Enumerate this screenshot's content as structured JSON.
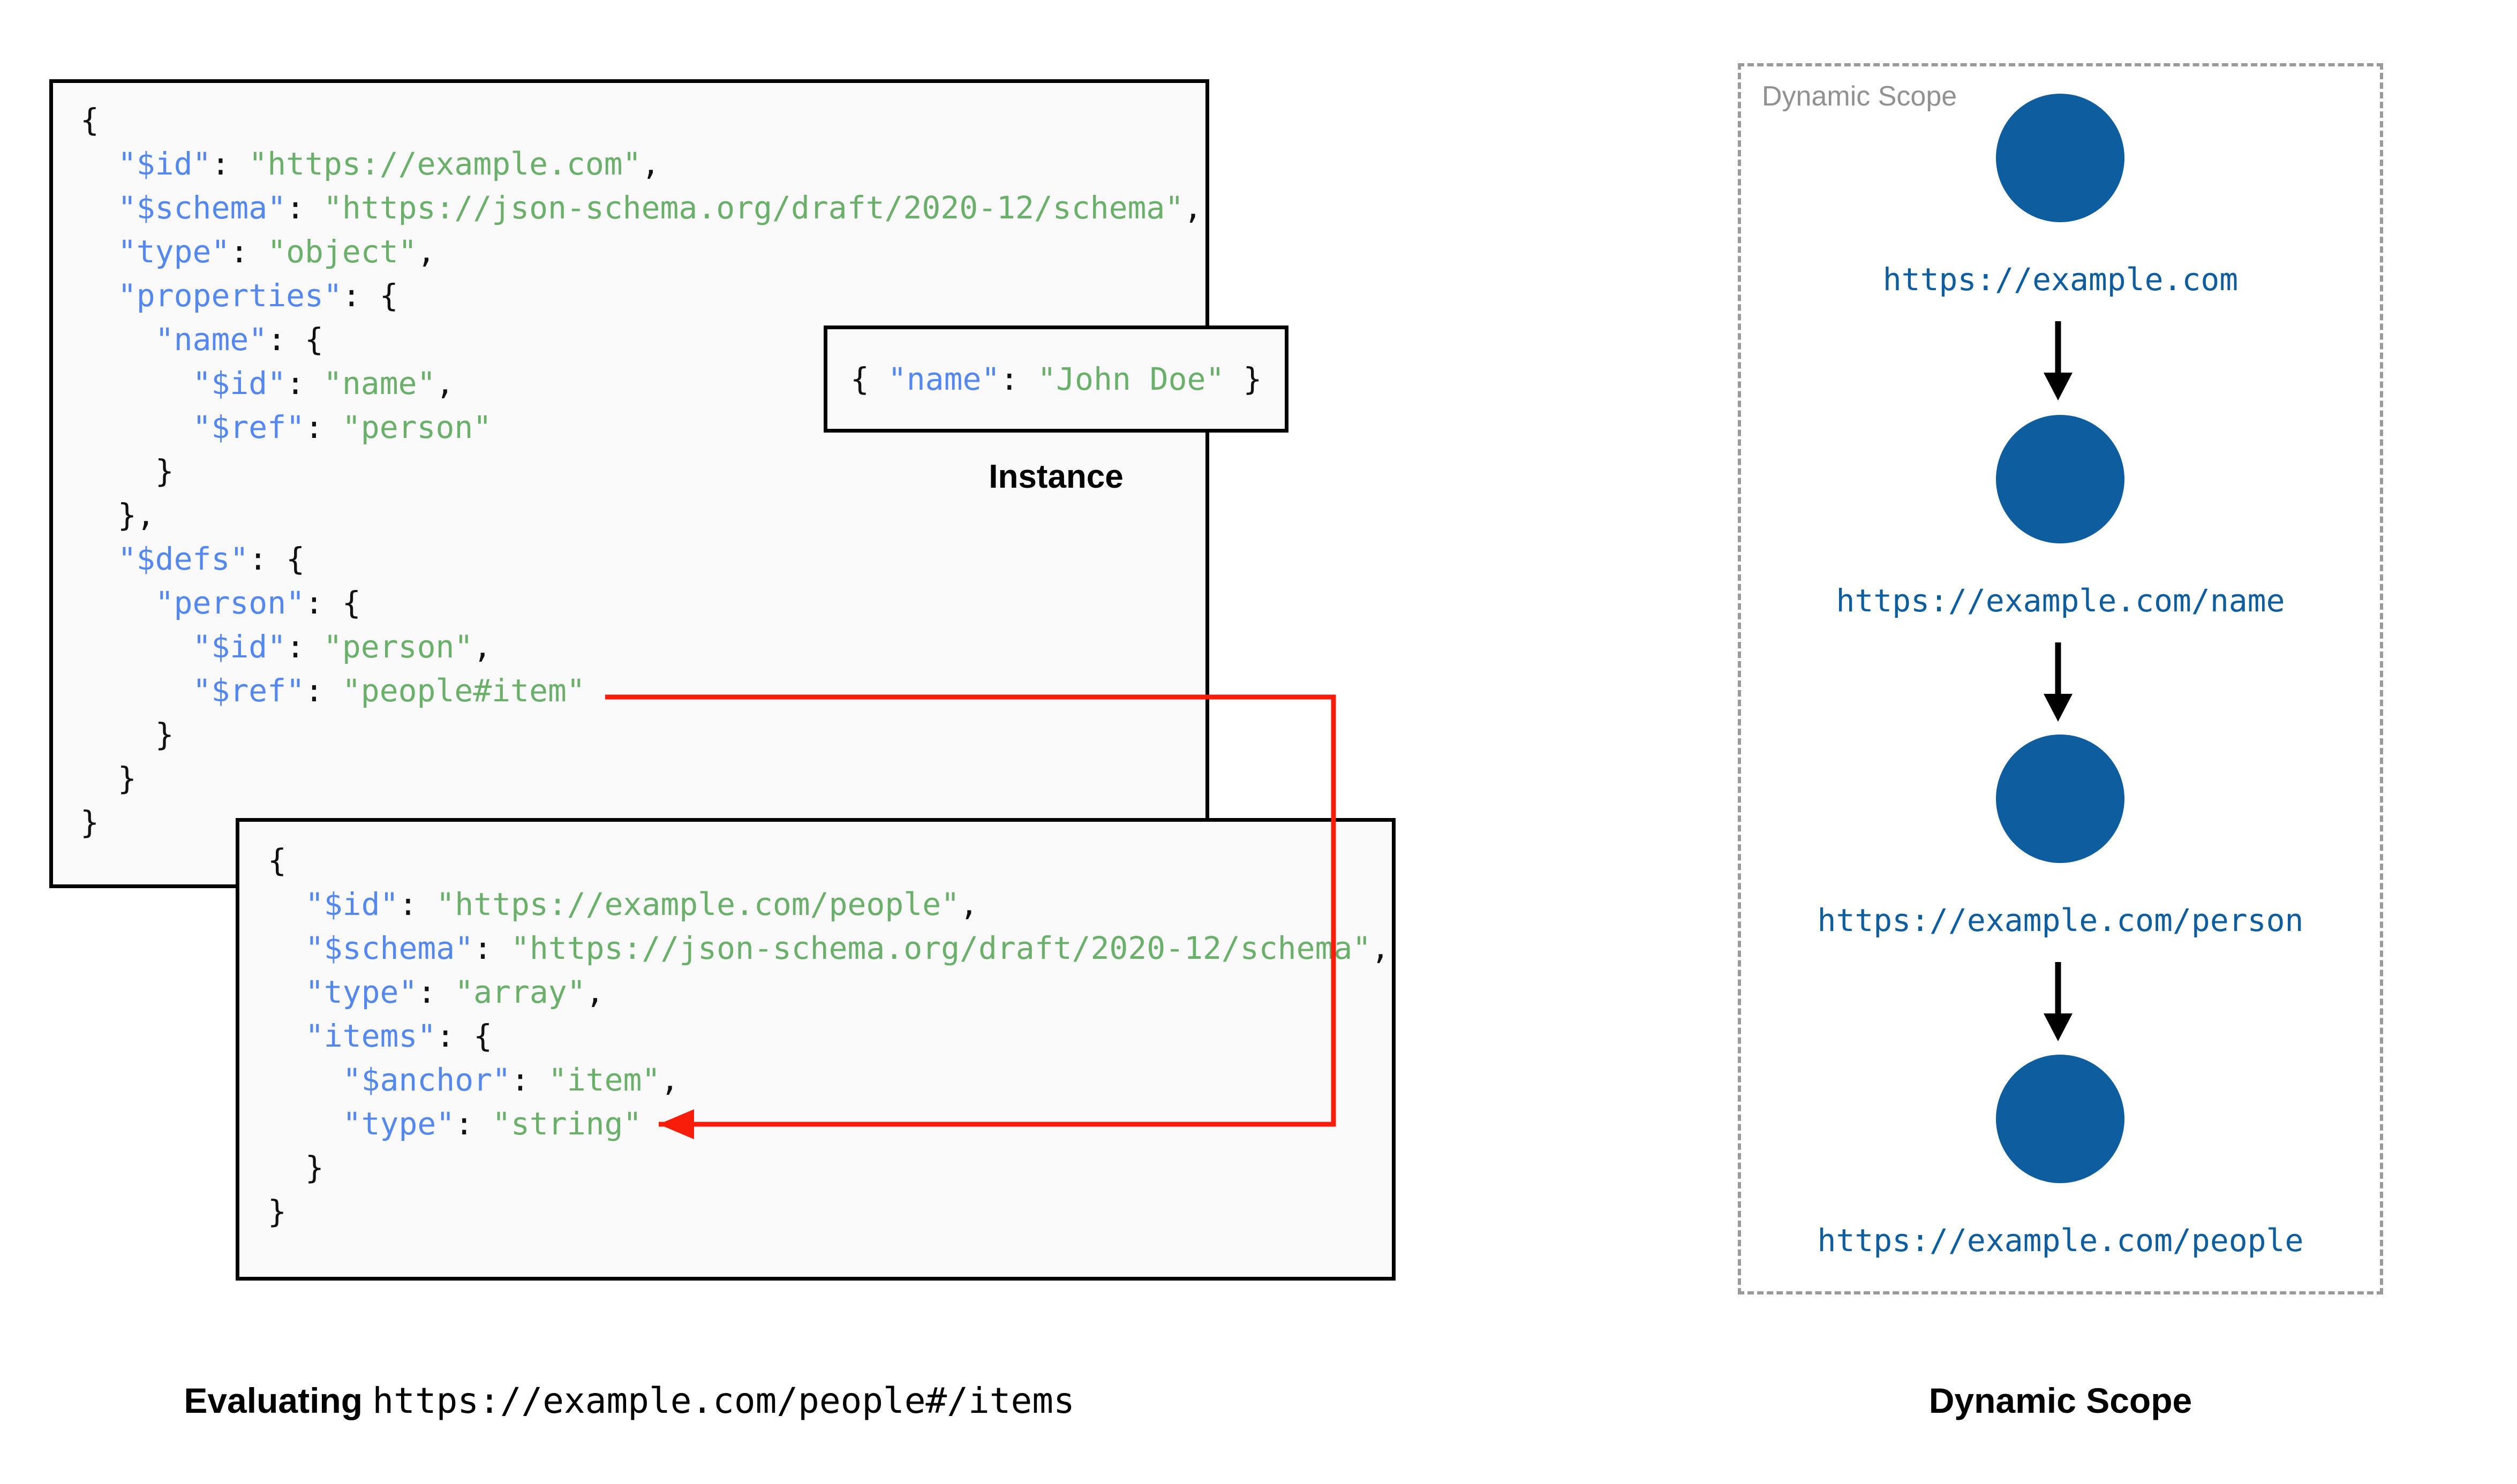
{
  "left_panel": {
    "main_schema": {
      "lines": [
        {
          "indent": 0,
          "segments": [
            {
              "t": "{",
              "c": "p"
            }
          ]
        },
        {
          "indent": 1,
          "segments": [
            {
              "t": "\"$id\"",
              "c": "k"
            },
            {
              "t": ": ",
              "c": "p"
            },
            {
              "t": "\"https://example.com\"",
              "c": "s"
            },
            {
              "t": ",",
              "c": "p"
            }
          ]
        },
        {
          "indent": 1,
          "segments": [
            {
              "t": "\"$schema\"",
              "c": "k"
            },
            {
              "t": ": ",
              "c": "p"
            },
            {
              "t": "\"https://json-schema.org/draft/2020-12/schema\"",
              "c": "s"
            },
            {
              "t": ",",
              "c": "p"
            }
          ]
        },
        {
          "indent": 1,
          "segments": [
            {
              "t": "\"type\"",
              "c": "k"
            },
            {
              "t": ": ",
              "c": "p"
            },
            {
              "t": "\"object\"",
              "c": "s"
            },
            {
              "t": ",",
              "c": "p"
            }
          ]
        },
        {
          "indent": 1,
          "segments": [
            {
              "t": "\"properties\"",
              "c": "k"
            },
            {
              "t": ": {",
              "c": "p"
            }
          ]
        },
        {
          "indent": 2,
          "segments": [
            {
              "t": "\"name\"",
              "c": "k"
            },
            {
              "t": ": {",
              "c": "p"
            }
          ]
        },
        {
          "indent": 3,
          "segments": [
            {
              "t": "\"$id\"",
              "c": "k"
            },
            {
              "t": ": ",
              "c": "p"
            },
            {
              "t": "\"name\"",
              "c": "s"
            },
            {
              "t": ",",
              "c": "p"
            }
          ]
        },
        {
          "indent": 3,
          "segments": [
            {
              "t": "\"$ref\"",
              "c": "k"
            },
            {
              "t": ": ",
              "c": "p"
            },
            {
              "t": "\"person\"",
              "c": "s"
            }
          ]
        },
        {
          "indent": 2,
          "segments": [
            {
              "t": "}",
              "c": "p"
            }
          ]
        },
        {
          "indent": 1,
          "segments": [
            {
              "t": "},",
              "c": "p"
            }
          ]
        },
        {
          "indent": 1,
          "segments": [
            {
              "t": "\"$defs\"",
              "c": "k"
            },
            {
              "t": ": {",
              "c": "p"
            }
          ]
        },
        {
          "indent": 2,
          "segments": [
            {
              "t": "\"person\"",
              "c": "k"
            },
            {
              "t": ": {",
              "c": "p"
            }
          ]
        },
        {
          "indent": 3,
          "segments": [
            {
              "t": "\"$id\"",
              "c": "k"
            },
            {
              "t": ": ",
              "c": "p"
            },
            {
              "t": "\"person\"",
              "c": "s"
            },
            {
              "t": ",",
              "c": "p"
            }
          ]
        },
        {
          "indent": 3,
          "segments": [
            {
              "t": "\"$ref\"",
              "c": "k"
            },
            {
              "t": ": ",
              "c": "p"
            },
            {
              "t": "\"people#item\"",
              "c": "s"
            }
          ]
        },
        {
          "indent": 2,
          "segments": [
            {
              "t": "}",
              "c": "p"
            }
          ]
        },
        {
          "indent": 1,
          "segments": [
            {
              "t": "}",
              "c": "p"
            }
          ]
        },
        {
          "indent": 0,
          "segments": [
            {
              "t": "}",
              "c": "p"
            }
          ]
        }
      ]
    },
    "instance": {
      "caption": "Instance",
      "lines": [
        {
          "indent": 0,
          "segments": [
            {
              "t": "{ ",
              "c": "p"
            },
            {
              "t": "\"name\"",
              "c": "k"
            },
            {
              "t": ": ",
              "c": "p"
            },
            {
              "t": "\"John Doe\"",
              "c": "s"
            },
            {
              "t": " }",
              "c": "p"
            }
          ]
        }
      ]
    },
    "people_schema": {
      "lines": [
        {
          "indent": 0,
          "segments": [
            {
              "t": "{",
              "c": "p"
            }
          ]
        },
        {
          "indent": 1,
          "segments": [
            {
              "t": "\"$id\"",
              "c": "k"
            },
            {
              "t": ": ",
              "c": "p"
            },
            {
              "t": "\"https://example.com/people\"",
              "c": "s"
            },
            {
              "t": ",",
              "c": "p"
            }
          ]
        },
        {
          "indent": 1,
          "segments": [
            {
              "t": "\"$schema\"",
              "c": "k"
            },
            {
              "t": ": ",
              "c": "p"
            },
            {
              "t": "\"https://json-schema.org/draft/2020-12/schema\"",
              "c": "s"
            },
            {
              "t": ",",
              "c": "p"
            }
          ]
        },
        {
          "indent": 1,
          "segments": [
            {
              "t": "\"type\"",
              "c": "k"
            },
            {
              "t": ": ",
              "c": "p"
            },
            {
              "t": "\"array\"",
              "c": "s"
            },
            {
              "t": ",",
              "c": "p"
            }
          ]
        },
        {
          "indent": 1,
          "segments": [
            {
              "t": "\"items\"",
              "c": "k"
            },
            {
              "t": ": {",
              "c": "p"
            }
          ]
        },
        {
          "indent": 2,
          "segments": [
            {
              "t": "\"$anchor\"",
              "c": "k"
            },
            {
              "t": ": ",
              "c": "p"
            },
            {
              "t": "\"item\"",
              "c": "s"
            },
            {
              "t": ",",
              "c": "p"
            }
          ]
        },
        {
          "indent": 2,
          "segments": [
            {
              "t": "\"type\"",
              "c": "k"
            },
            {
              "t": ": ",
              "c": "p"
            },
            {
              "t": "\"string\"",
              "c": "s"
            }
          ]
        },
        {
          "indent": 1,
          "segments": [
            {
              "t": "}",
              "c": "p"
            }
          ]
        },
        {
          "indent": 0,
          "segments": [
            {
              "t": "}",
              "c": "p"
            }
          ]
        }
      ]
    },
    "caption": {
      "strong": "Evaluating",
      "mono": "https://example.com/people#/items"
    },
    "ref_arrow_color": "#f81d0b"
  },
  "right_panel": {
    "scope_label": "Dynamic Scope",
    "caption": "Dynamic Scope",
    "node_color": "#0e5d9e",
    "label_color": "#0e5d9e",
    "border_color": "#9a9a9a",
    "nodes": [
      {
        "label": "https://example.com"
      },
      {
        "label": "https://example.com/name"
      },
      {
        "label": "https://example.com/person"
      },
      {
        "label": "https://example.com/people"
      }
    ]
  }
}
